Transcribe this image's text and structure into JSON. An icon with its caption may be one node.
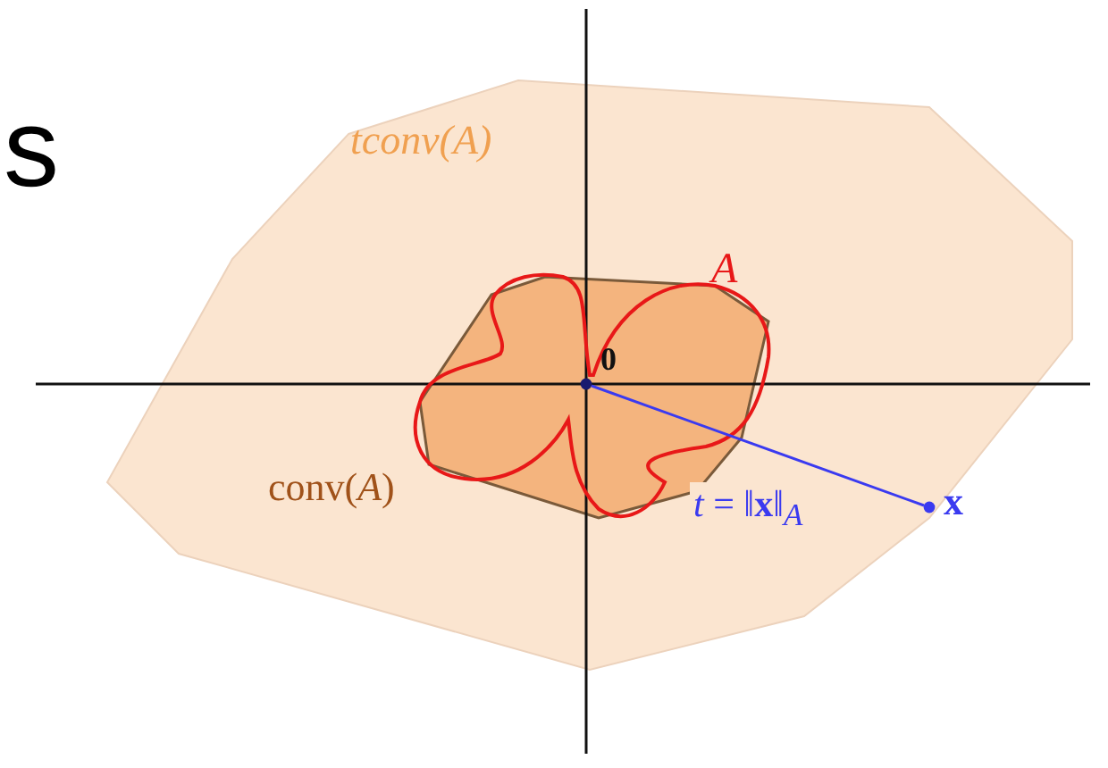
{
  "diagram": {
    "nodes": [
      {
        "text": [
          "0"
        ]
      },
      {
        "text": [
          "**x**"
        ]
      }
    ],
    "edges": [
      {
        "from": 0,
        "to": 1,
        "arrow": "none",
        "label": "*t* = ‖**x**‖$_{A}$",
        "color": "#3a3af0"
      }
    ],
    "labels": [
      "s",
      "tconv(A)",
      "*A*",
      "conv(*A*)"
    ]
  }
}
